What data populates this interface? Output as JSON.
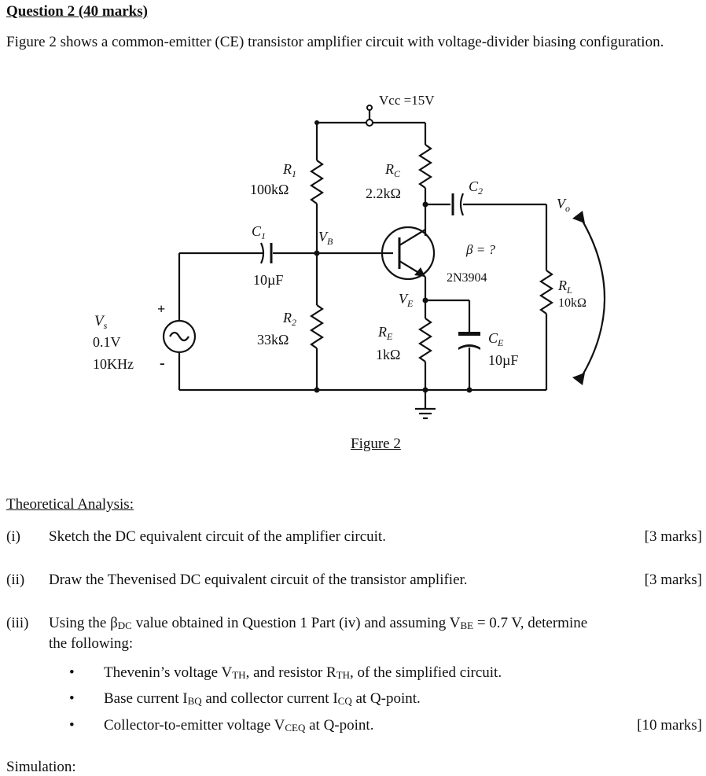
{
  "heading": "Question 2 (40 marks)",
  "intro": "Figure 2 shows a common-emitter (CE) transistor amplifier circuit with voltage-divider biasing configuration.",
  "circuit": {
    "vcc": "Vcc =15V",
    "r1_name": "R",
    "r1_sub": "1",
    "r1_value": "100kΩ",
    "rc_name": "R",
    "rc_sub": "C",
    "rc_value": "2.2kΩ",
    "c1_name": "C",
    "c1_sub": "1",
    "c1_value": "10µF",
    "c2_name": "C",
    "c2_sub": "2",
    "vb_name": "V",
    "vb_sub": "B",
    "beta": "β = ?",
    "transistor": "2N3904",
    "ve_name": "V",
    "ve_sub": "E",
    "r2_name": "R",
    "r2_sub": "2",
    "r2_value": "33kΩ",
    "re_name": "R",
    "re_sub": "E",
    "re_value": "1kΩ",
    "ce_name": "C",
    "ce_sub": "E",
    "ce_value": "10µF",
    "rl_name": "R",
    "rl_sub": "L",
    "rl_value": "10kΩ",
    "vo_name": "V",
    "vo_sub": "o",
    "vs_name": "V",
    "vs_sub": "s",
    "vs_amp": "0.1V",
    "vs_freq": "10KHz",
    "plus": "+",
    "minus": "-"
  },
  "figure_caption": "Figure 2",
  "section_title": "Theoretical Analysis:",
  "questions": [
    {
      "num": "(i)",
      "text": "Sketch the DC equivalent circuit of the amplifier circuit.",
      "marks": "[3 marks]"
    },
    {
      "num": "(ii)",
      "text": "Draw the Thevenised DC equivalent circuit of the transistor amplifier.",
      "marks": "[3 marks]"
    },
    {
      "num": "(iii)",
      "text_a": "Using the β",
      "text_a_sub": "DC",
      "text_b": " value obtained in Question 1 Part (iv) and assuming V",
      "text_b_sub": "BE",
      "text_c": " = 0.7 V, determine",
      "text_line2": "the following:",
      "marks": "[10 marks]"
    }
  ],
  "bullets": [
    {
      "a": "Thevenin’s voltage V",
      "a_sub": "TH",
      "b": ", and resistor R",
      "b_sub": "TH",
      "c": ", of the simplified circuit."
    },
    {
      "a": "Base current I",
      "a_sub": "BQ",
      "b": " and collector current I",
      "b_sub": "CQ",
      "c": " at Q-point."
    },
    {
      "a": "Collector-to-emitter voltage V",
      "a_sub": "CEQ",
      "b": " at Q-point.",
      "b_sub": "",
      "c": ""
    }
  ],
  "simulation": "Simulation:"
}
